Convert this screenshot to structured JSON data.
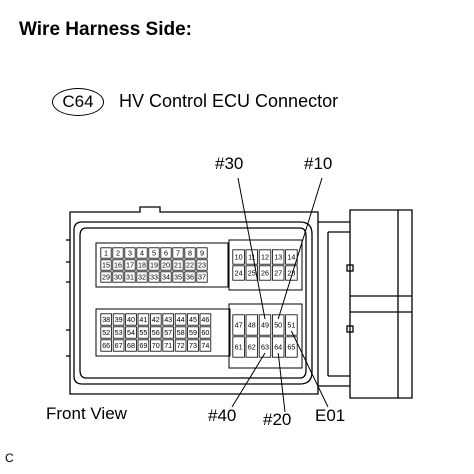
{
  "title": "Wire Harness Side:",
  "connector": {
    "code": "C64",
    "name": "HV Control ECU Connector",
    "view": "Front View"
  },
  "callouts": [
    {
      "id": "p30",
      "label": "#30"
    },
    {
      "id": "p10",
      "label": "#10"
    },
    {
      "id": "p40",
      "label": "#40"
    },
    {
      "id": "p20",
      "label": "#20"
    },
    {
      "id": "pe01",
      "label": "E01"
    }
  ],
  "pin_blocks": {
    "left_upper": [
      [
        "1",
        "2",
        "3",
        "4",
        "5",
        "6",
        "7",
        "8",
        "9"
      ],
      [
        "15",
        "16",
        "17",
        "18",
        "19",
        "20",
        "21",
        "22",
        "23"
      ],
      [
        "29",
        "30",
        "31",
        "32",
        "33",
        "34",
        "35",
        "36",
        "37"
      ]
    ],
    "right_upper": [
      [
        "10",
        "11",
        "12",
        "13",
        "14"
      ],
      [
        "24",
        "25",
        "26",
        "27",
        "28"
      ]
    ],
    "left_lower": [
      [
        "38",
        "39",
        "40",
        "41",
        "42",
        "43",
        "44",
        "45",
        "46"
      ],
      [
        "52",
        "53",
        "54",
        "55",
        "56",
        "57",
        "58",
        "59",
        "60"
      ],
      [
        "66",
        "67",
        "68",
        "69",
        "70",
        "71",
        "72",
        "73",
        "74"
      ]
    ],
    "right_lower": [
      [
        "47",
        "48",
        "49",
        "50",
        "51"
      ],
      [
        "61",
        "62",
        "63",
        "64",
        "65"
      ]
    ]
  },
  "footer_mark": "C"
}
